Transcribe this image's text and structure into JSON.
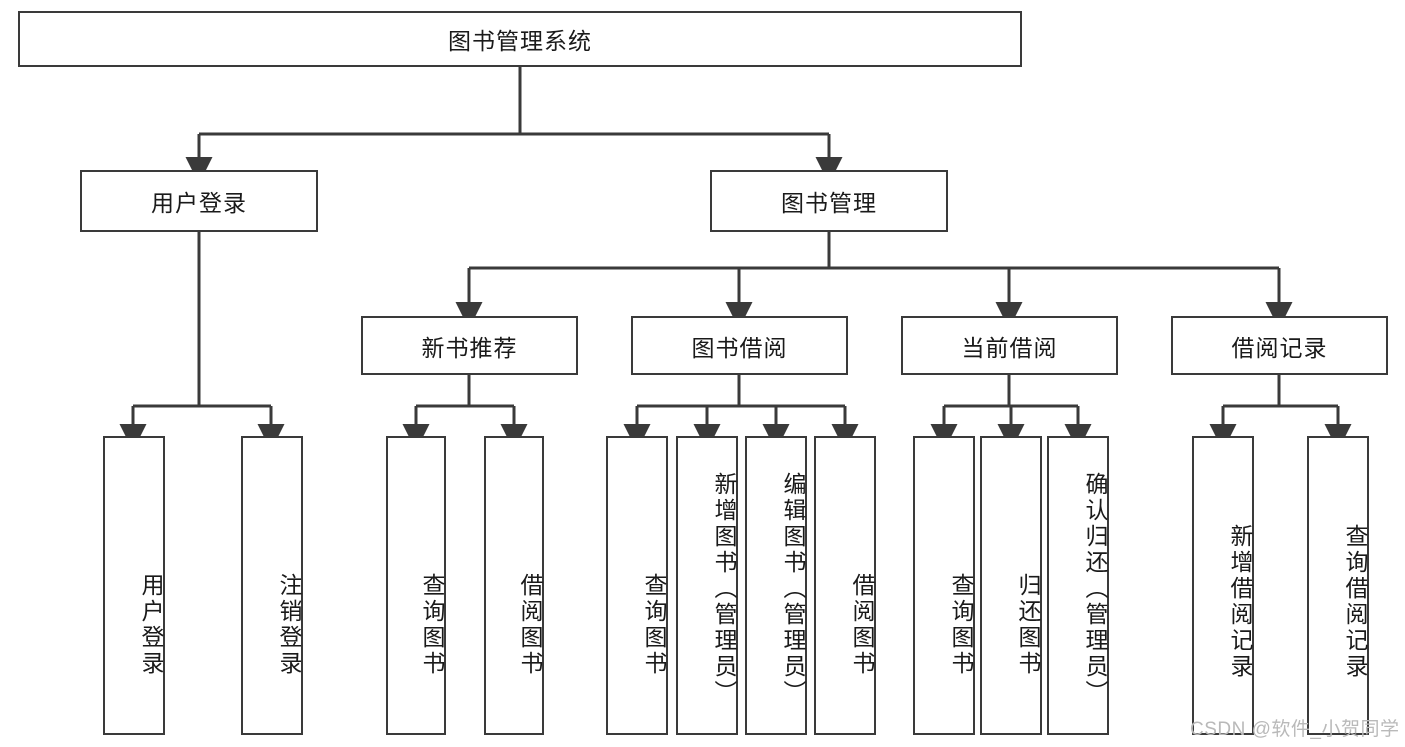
{
  "diagram": {
    "title": "图书管理系统",
    "type": "tree-hierarchy-chart",
    "root": {
      "label": "图书管理系统"
    },
    "level2": [
      {
        "label": "用户登录"
      },
      {
        "label": "图书管理"
      }
    ],
    "level3": [
      {
        "label": "新书推荐"
      },
      {
        "label": "图书借阅"
      },
      {
        "label": "当前借阅"
      },
      {
        "label": "借阅记录"
      }
    ],
    "leaves": {
      "user_login": [
        {
          "label": "用户登录"
        },
        {
          "label": "注销登录"
        }
      ],
      "new_book_recommend": [
        {
          "label": "查询图书"
        },
        {
          "label": "借阅图书"
        }
      ],
      "book_borrow": [
        {
          "label": "查询图书"
        },
        {
          "label": "新增图书（管理员）"
        },
        {
          "label": "编辑图书（管理员）"
        },
        {
          "label": "借阅图书"
        }
      ],
      "current_borrow": [
        {
          "label": "查询图书"
        },
        {
          "label": "归还图书"
        },
        {
          "label": "确认归还（管理员）"
        }
      ],
      "borrow_record": [
        {
          "label": "新增借阅记录"
        },
        {
          "label": "查询借阅记录"
        }
      ]
    }
  },
  "watermark": {
    "text": "CSDN @软件_小贺同学"
  },
  "colors": {
    "stroke": "#3a3a3a",
    "box_fill": "#ffffff",
    "text": "#1a1a1a",
    "watermark": "#b9b9b9",
    "background": "#ffffff"
  }
}
